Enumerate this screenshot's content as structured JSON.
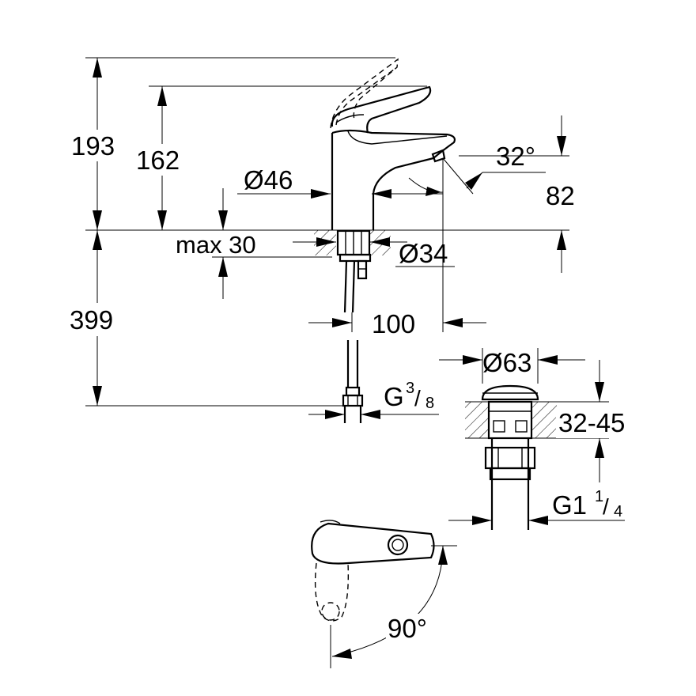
{
  "dimensions": {
    "height_total": "193",
    "height_spout": "162",
    "body_diameter": "Ø46",
    "max_thickness": "max 30",
    "hole_diameter": "Ø34",
    "below_counter": "399",
    "projection": "100",
    "spout_angle": "32°",
    "spout_height": "82",
    "connection_main": "G",
    "connection_num": "3",
    "connection_den": "8",
    "waste_diameter": "Ø63",
    "waste_thickness": "32-45",
    "waste_thread_main": "G1",
    "waste_thread_num": "1",
    "waste_thread_den": "4",
    "lever_angle": "90°"
  }
}
